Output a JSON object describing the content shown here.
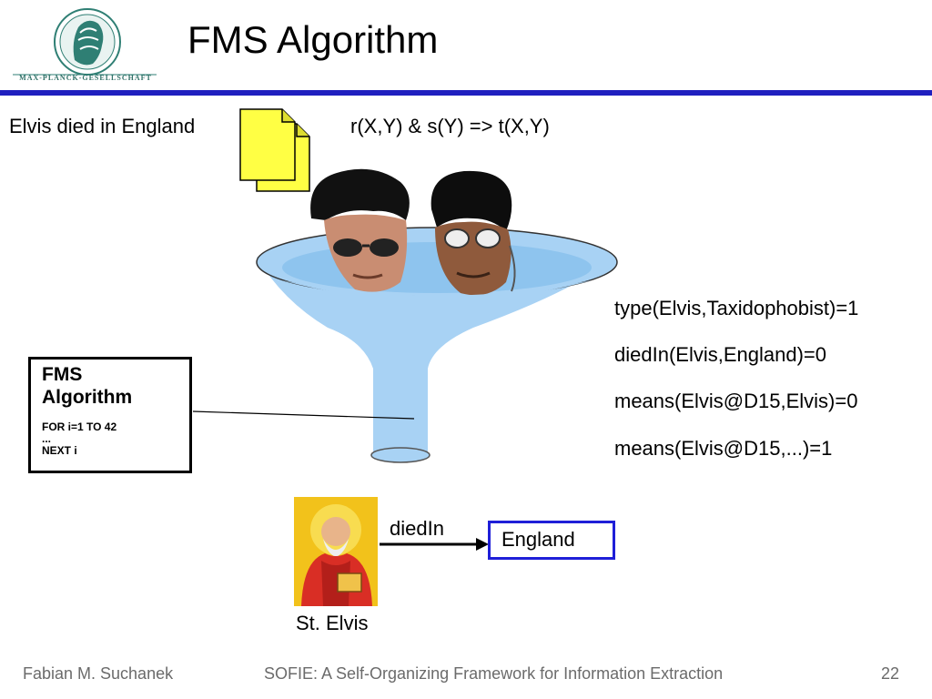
{
  "slide": {
    "title": "FMS Algorithm",
    "logo_text": "MAX-PLANCK-GESELLSCHAFT"
  },
  "inputs": {
    "fact": "Elvis died in England",
    "rule": "r(X,Y) & s(Y) => t(X,Y)"
  },
  "world_values": [
    "type(Elvis,Taxidophobist)=1",
    "diedIn(Elvis,England)=0",
    "means(Elvis@D15,Elvis)=0",
    "means(Elvis@D15,...)=1"
  ],
  "algorithm_box": {
    "title_line1": "FMS",
    "title_line2": "Algorithm",
    "code": "FOR i=1 TO 42\n...\nNEXT i"
  },
  "output": {
    "subject_label": "St. Elvis",
    "relation": "diedIn",
    "object": "England"
  },
  "footer": {
    "author": "Fabian M. Suchanek",
    "center": "SOFIE: A Self-Organizing Framework for Information Extraction",
    "page": "22"
  },
  "colors": {
    "title_rule": "#1f1fbf",
    "funnel": "#a8d2f4",
    "document": "#ffff44",
    "entity_border": "#1f1fd8"
  }
}
